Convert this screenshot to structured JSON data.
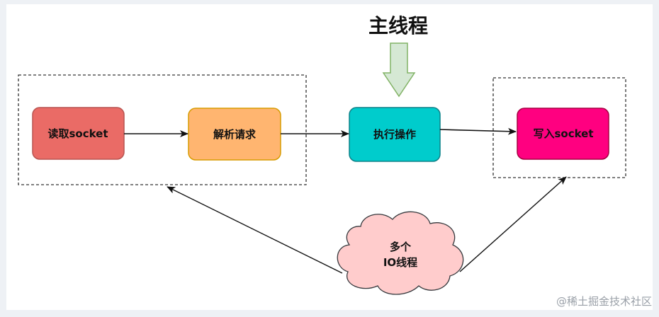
{
  "diagram": {
    "title": "主线程",
    "nodes": {
      "read": "读取socket",
      "parse": "解析请求",
      "execute": "执行操作",
      "write": "写入socket",
      "io_line1": "多个",
      "io_line2": "IO线程"
    },
    "colors": {
      "read": "#ea6b66",
      "parse": "#ffb570",
      "execute": "#00cccc",
      "write": "#ff0080",
      "io_cloud": "#ffcccc",
      "main_arrow": "#d5e8d4",
      "main_arrow_stroke": "#82b366"
    }
  },
  "watermark": "@稀土掘金技术社区"
}
